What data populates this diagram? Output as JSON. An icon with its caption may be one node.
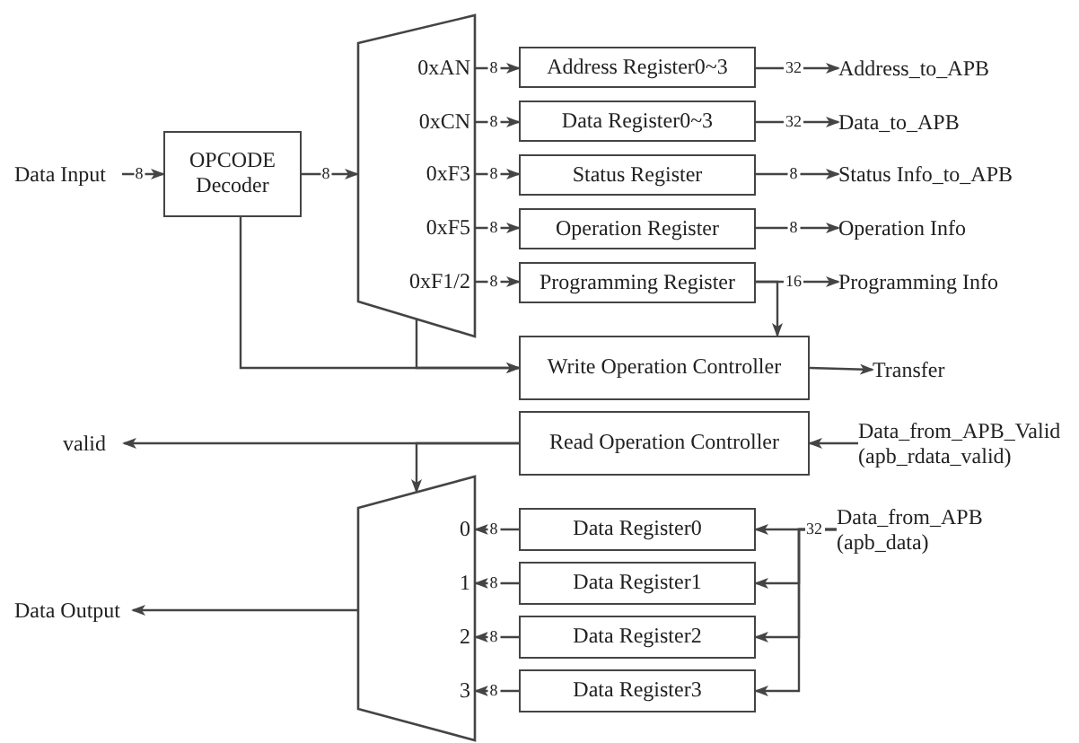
{
  "diagram": {
    "nodes": [
      {
        "text": [
          "Data Input"
        ]
      },
      {
        "text": [
          "OPCODE Decoder"
        ]
      },
      {
        "text": [
          "0xAN",
          "0xCN",
          "0xF3",
          "0xF5",
          "0xF1/2"
        ]
      },
      {
        "text": [
          "Address Register0~3"
        ]
      },
      {
        "text": [
          "Data Register0~3"
        ]
      },
      {
        "text": [
          "Status Register"
        ]
      },
      {
        "text": [
          "Operation Register"
        ]
      },
      {
        "text": [
          "Programming Register"
        ]
      },
      {
        "text": [
          "Write Operation Controller"
        ]
      },
      {
        "text": [
          "Read Operation Controller"
        ]
      },
      {
        "text": [
          "Address_to_APB"
        ]
      },
      {
        "text": [
          "Data_to_APB"
        ]
      },
      {
        "text": [
          "Status Info_to_APB"
        ]
      },
      {
        "text": [
          "Operation Info"
        ]
      },
      {
        "text": [
          "Programming Info"
        ]
      },
      {
        "text": [
          "Transfer"
        ]
      },
      {
        "text": [
          "valid"
        ]
      },
      {
        "text": [
          "Data_from_APB_Valid (apb_rdata_valid)"
        ]
      },
      {
        "text": [
          "0",
          "1",
          "2",
          "3"
        ]
      },
      {
        "text": [
          "Data Register0"
        ]
      },
      {
        "text": [
          "Data Register1"
        ]
      },
      {
        "text": [
          "Data Register2"
        ]
      },
      {
        "text": [
          "Data Register3"
        ]
      },
      {
        "text": [
          "Data_from_APB (apb_data)"
        ]
      },
      {
        "text": [
          "Data Output"
        ]
      }
    ],
    "edges": [
      {
        "from": 0,
        "to": 1,
        "arrow": "to",
        "label": "8"
      },
      {
        "from": 1,
        "to": 2,
        "arrow": "to",
        "label": "8"
      },
      {
        "from": 2,
        "to": 3,
        "arrow": "to",
        "label": "8"
      },
      {
        "from": 2,
        "to": 4,
        "arrow": "to",
        "label": "8"
      },
      {
        "from": 2,
        "to": 5,
        "arrow": "to",
        "label": "8"
      },
      {
        "from": 2,
        "to": 6,
        "arrow": "to",
        "label": "8"
      },
      {
        "from": 2,
        "to": 7,
        "arrow": "to",
        "label": "8"
      },
      {
        "from": 3,
        "to": 10,
        "arrow": "to",
        "label": "32"
      },
      {
        "from": 4,
        "to": 11,
        "arrow": "to",
        "label": "32"
      },
      {
        "from": 5,
        "to": 12,
        "arrow": "to",
        "label": "8"
      },
      {
        "from": 6,
        "to": 13,
        "arrow": "to",
        "label": "8"
      },
      {
        "from": 7,
        "to": 14,
        "arrow": "to",
        "label": "16"
      },
      {
        "from": 7,
        "to": 8,
        "arrow": "to"
      },
      {
        "from": 1,
        "to": 8,
        "arrow": "to"
      },
      {
        "from": 2,
        "to": 8,
        "arrow": "to"
      },
      {
        "from": 8,
        "to": 15,
        "arrow": "to"
      },
      {
        "from": 9,
        "to": 16,
        "arrow": "to"
      },
      {
        "from": 9,
        "to": 18,
        "arrow": "to"
      },
      {
        "from": 17,
        "to": 9,
        "arrow": "to"
      },
      {
        "from": 19,
        "to": 18,
        "arrow": "to",
        "label": "8"
      },
      {
        "from": 20,
        "to": 18,
        "arrow": "to",
        "label": "8"
      },
      {
        "from": 21,
        "to": 18,
        "arrow": "to",
        "label": "8"
      },
      {
        "from": 22,
        "to": 18,
        "arrow": "to",
        "label": "8"
      },
      {
        "from": 23,
        "to": 19,
        "arrow": "to",
        "label": "32"
      },
      {
        "from": 23,
        "to": 20,
        "arrow": "to"
      },
      {
        "from": 23,
        "to": 21,
        "arrow": "to"
      },
      {
        "from": 23,
        "to": 22,
        "arrow": "to"
      },
      {
        "from": 18,
        "to": 24,
        "arrow": "to"
      }
    ]
  }
}
